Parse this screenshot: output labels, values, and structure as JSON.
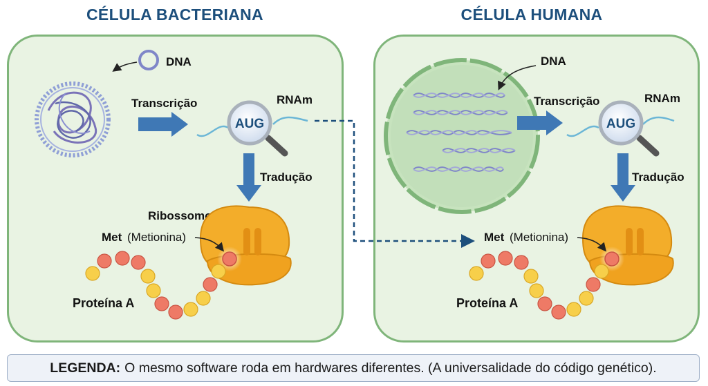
{
  "titles": {
    "left": "CÉLULA BACTERIANA",
    "right": "CÉLULA HUMANA"
  },
  "bacterial": {
    "dna": "DNA",
    "transcription": "Transcrição",
    "rna": "RNAm",
    "codon": "AUG",
    "translation": "Tradução",
    "ribosome": "Ribossomo",
    "met": "Met",
    "met_full": "(Metionina)",
    "protein": "Proteína A"
  },
  "human": {
    "dna": "DNA",
    "transcription": "Transcrição",
    "rna": "RNAm",
    "codon": "AUG",
    "translation": "Tradução",
    "met": "Met",
    "met_full": "(Metionina)",
    "protein": "Proteína A"
  },
  "legend": {
    "label": "LEGENDA:",
    "text": "O mesmo software roda em hardwares diferentes. (A universalidade do código genético)."
  },
  "colors": {
    "title": "#1d4f7c",
    "panel_fill": "#e9f3e3",
    "panel_border": "#7fb57a",
    "arrow": "#3f78b5",
    "ribosome": "#f0a21f",
    "bead_red": "#ee7a66",
    "bead_yellow": "#f7cf4a"
  }
}
